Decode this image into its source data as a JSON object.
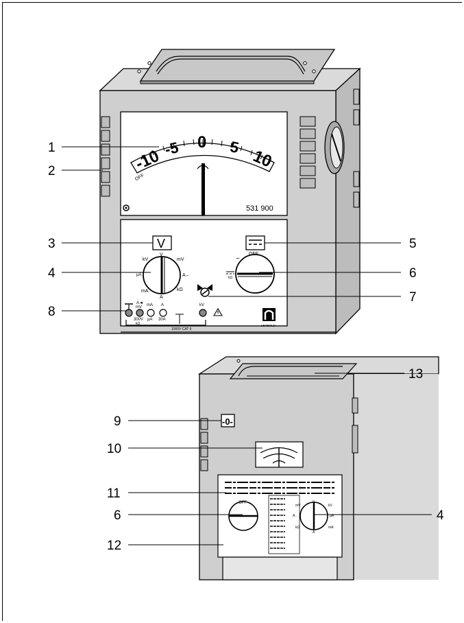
{
  "figure": {
    "meter": {
      "scale_labels": [
        "-10",
        "-5",
        "0",
        "5",
        "10"
      ],
      "off_label": "OFF",
      "model_number": "531 900",
      "range_display": "V",
      "mode_display": "---",
      "mode_off_label": "OFF",
      "dial_labels": {
        "kv": "kV",
        "v": "V",
        "mv": "mV",
        "ua": "µA",
        "a_arrow": "A←",
        "ma": "mA",
        "a": "A",
        "kohm": "kΩ"
      },
      "mode_kohm": "kΩ",
      "terminals": {
        "t1_top": "A◄",
        "t1_mid": "mV",
        "t1_bot": "300V",
        "t1_sub": "kΩ",
        "t2_top": "mA",
        "t2_bot": "µA",
        "t3_top": "A",
        "t3_bot": "30A",
        "t4_top": "kV",
        "cat": "1000V CAT II"
      },
      "brand": "LEYBOLD"
    },
    "back": {
      "zero_label": "-0-",
      "dial_left_off": "OFF",
      "dial_right": {
        "mv": "mV",
        "v": "V",
        "kv": "kV",
        "ua": "µA",
        "a_arrow": "A←",
        "ma": "mA",
        "kohm": "kΩ",
        "a": "A"
      }
    },
    "callouts": [
      "1",
      "2",
      "3",
      "4",
      "5",
      "6",
      "7",
      "8",
      "9",
      "10",
      "11",
      "12",
      "13",
      "6",
      "4"
    ]
  }
}
